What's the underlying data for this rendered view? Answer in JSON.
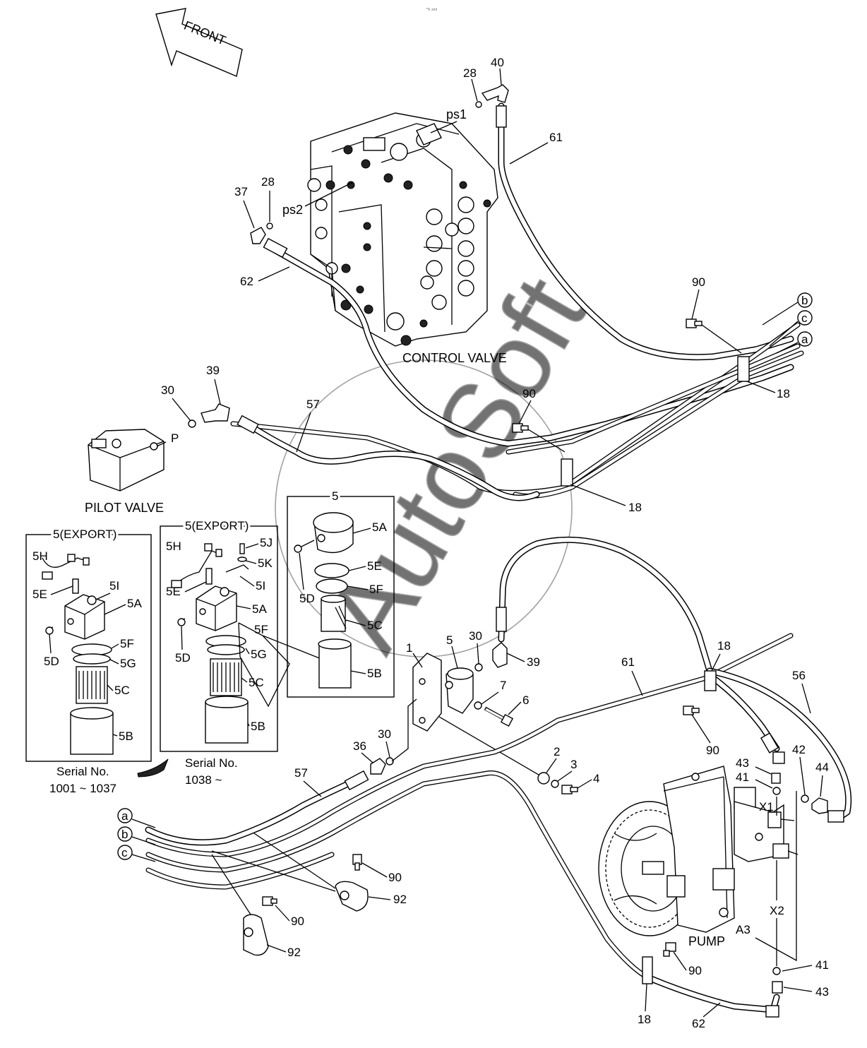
{
  "top_mark": "▫₂ ₂₂₂",
  "front_arrow": {
    "label": "FRONT"
  },
  "watermark": {
    "text": "AutoSoft"
  },
  "components": {
    "control_valve": "CONTROL VALVE",
    "pilot_valve": "PILOT VALVE",
    "pump": "PUMP"
  },
  "ports": {
    "ps1": "ps1",
    "ps2": "ps2",
    "p": "P",
    "x1": "X1",
    "x2": "X2",
    "a3": "A3"
  },
  "connectors": {
    "a": "a",
    "b": "b",
    "c": "c"
  },
  "callouts": {
    "n1": "1",
    "n2": "2",
    "n3": "3",
    "n4": "4",
    "n5": "5",
    "n6": "6",
    "n7": "7",
    "n18": "18",
    "n28": "28",
    "n30": "30",
    "n36": "36",
    "n37": "37",
    "n39": "39",
    "n40": "40",
    "n41": "41",
    "n42": "42",
    "n43": "43",
    "n44": "44",
    "n56": "56",
    "n57": "57",
    "n61": "61",
    "n62": "62",
    "n90": "90",
    "n92": "92",
    "s5A": "5A",
    "s5B": "5B",
    "s5C": "5C",
    "s5D": "5D",
    "s5E": "5E",
    "s5F": "5F",
    "s5G": "5G",
    "s5H": "5H",
    "s5I": "5I",
    "s5J": "5J",
    "s5K": "5K"
  },
  "insets": {
    "export_1": {
      "title": "5(EXPORT)",
      "serial_label": "Serial No.",
      "serial_range": "1001 ~ 1037"
    },
    "export_2": {
      "title": "5(EXPORT)",
      "serial_label": "Serial No.",
      "serial_range": "1038 ~"
    },
    "standard": {
      "title": "5"
    }
  }
}
